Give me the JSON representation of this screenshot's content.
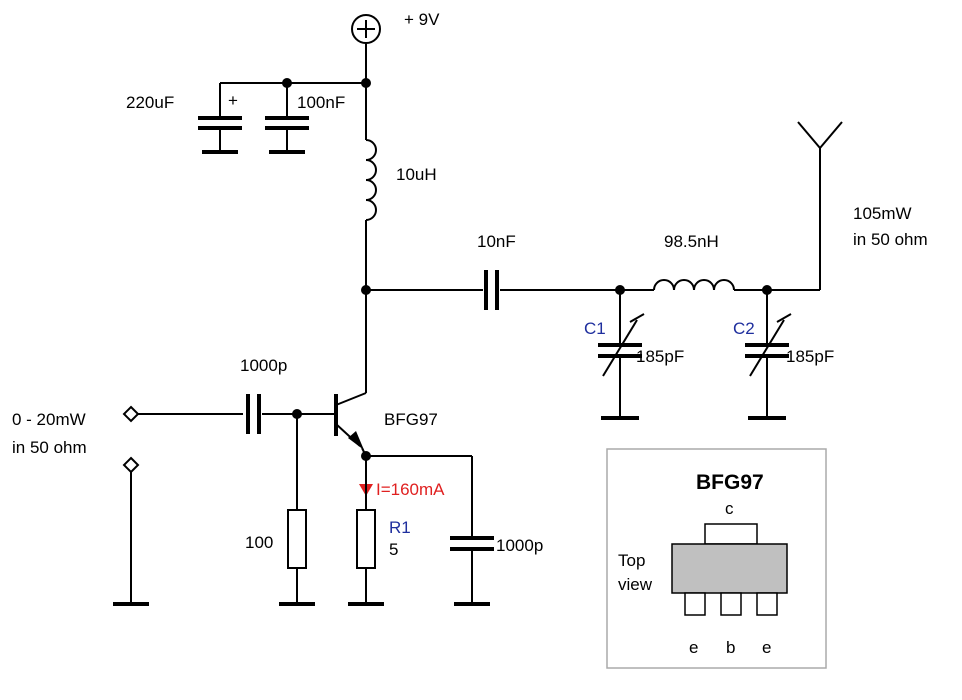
{
  "supply": {
    "label": "+ 9V"
  },
  "caps": {
    "c220u": "220uF",
    "plus": "+",
    "c100n": "100nF",
    "c10n": "10nF",
    "c1000p_in": "1000p",
    "c1000p_e": "1000p"
  },
  "inductors": {
    "l10u": "10uH",
    "l98n": "98.5nH"
  },
  "trimmers": {
    "c1_name": "C1",
    "c1_value": "185pF",
    "c2_name": "C2",
    "c2_value": "185pF"
  },
  "resistors": {
    "r_bias": "100",
    "r1_name": "R1",
    "r1_value": "5"
  },
  "transistor": {
    "name": "BFG97"
  },
  "current": {
    "label": "I=160mA"
  },
  "input": {
    "line1": "0 - 20mW",
    "line2": "in 50 ohm"
  },
  "output": {
    "line1": "105mW",
    "line2": "in 50 ohm"
  },
  "package": {
    "title": "BFG97",
    "pin_c": "c",
    "view1": "Top",
    "view2": "view",
    "pin_e1": "e",
    "pin_b": "b",
    "pin_e2": "e"
  },
  "colors": {
    "label_blue": "#1f2f9e",
    "current_red": "#e02020",
    "package_fill": "#c0c0c0",
    "frame": "#aaaaaa"
  }
}
